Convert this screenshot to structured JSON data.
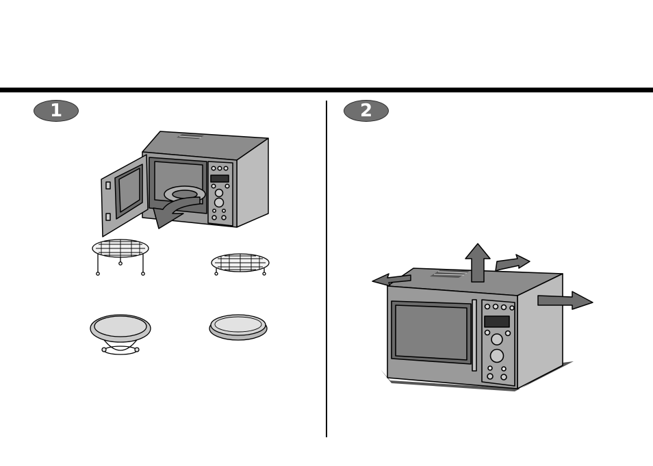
{
  "steps": [
    {
      "number": "1"
    },
    {
      "number": "2"
    }
  ],
  "colors": {
    "rule": "#000000",
    "badge": "#6f6f6f",
    "appliance_body": "#9a9a9a",
    "appliance_side": "#bcbcbc",
    "appliance_top": "#8c8c8c",
    "window": "#777777",
    "arrow": "#6e6e6e",
    "accessory_plate": "#c8c8c8"
  },
  "illustrations": {
    "step1": [
      "microwave-open-door",
      "remove-arrow",
      "high-rack",
      "low-rack",
      "turntable-with-ring",
      "baking-tray"
    ],
    "step2": [
      "microwave-closed",
      "ventilation-arrows"
    ]
  }
}
